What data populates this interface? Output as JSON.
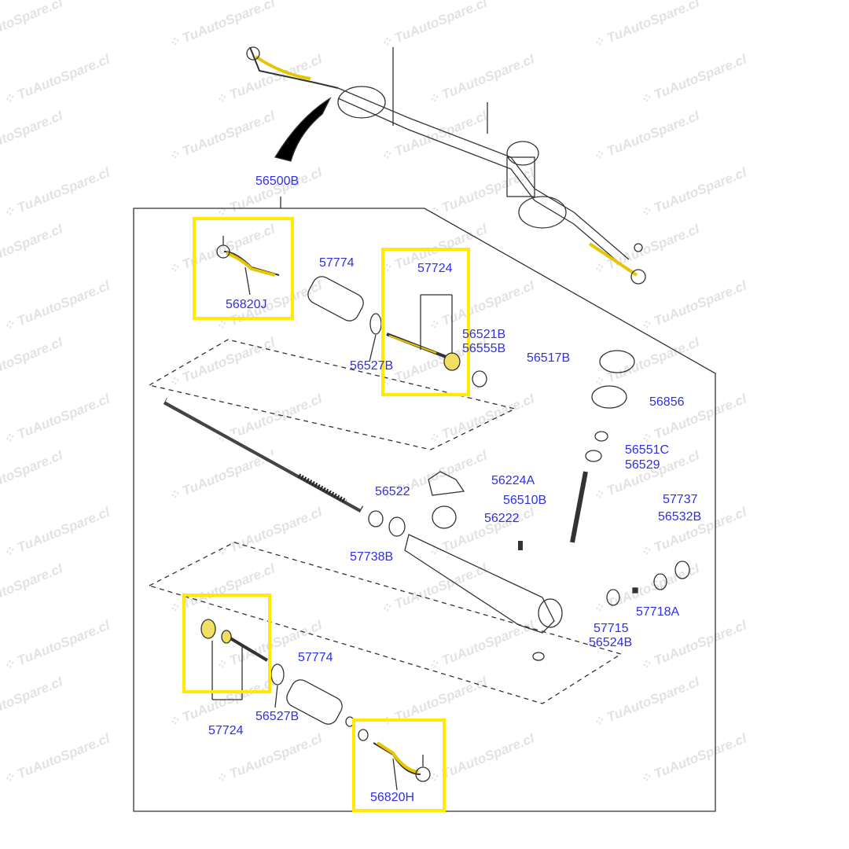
{
  "watermark": "TuAutoSpare.cl",
  "highlight_color": "#ffea00",
  "label_color": "#2f2fe6",
  "labels": {
    "assembly": "56500B",
    "tie_rod_end_left": "56820J",
    "boot_upper": "57774",
    "inner_rod_upper": "57724",
    "part_56521B": "56521B",
    "part_56555B": "56555B",
    "clamp_upper": "56527B",
    "part_56517B": "56517B",
    "part_56856": "56856",
    "part_56551C": "56551C",
    "part_56529": "56529",
    "bracket": "56224A",
    "part_56522": "56522",
    "pinion": "56510B",
    "bushing": "56222",
    "part_57737": "57737",
    "part_56532B": "56532B",
    "part_57738B": "57738B",
    "part_57718A": "57718A",
    "part_57715": "57715",
    "part_56524B": "56524B",
    "boot_lower": "57774",
    "inner_rod_lower": "57724",
    "clamp_lower": "56527B",
    "tie_rod_end_right": "56820H"
  }
}
